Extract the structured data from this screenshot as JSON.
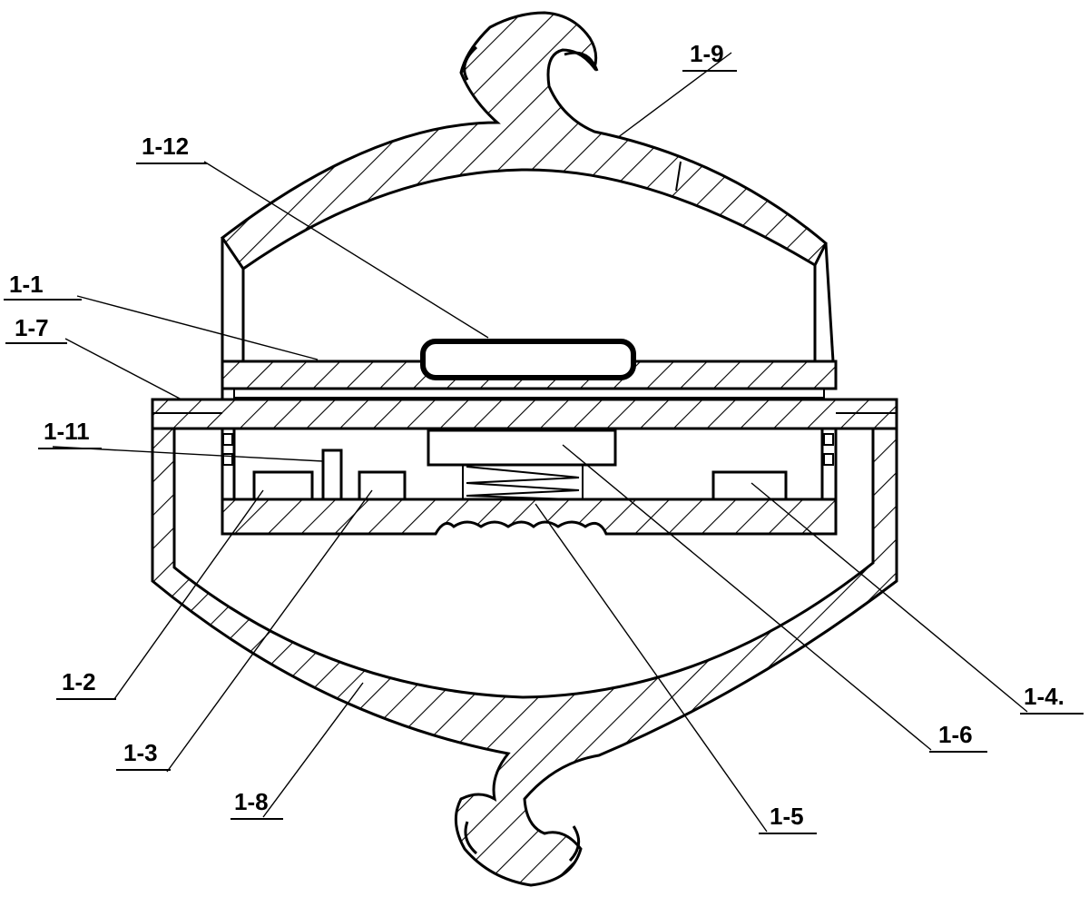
{
  "labels": {
    "l1_1": "1-1",
    "l1_2": "1-2",
    "l1_3": "1-3",
    "l1_4": "1-4.",
    "l1_5": "1-5",
    "l1_6": "1-6",
    "l1_7": "1-7",
    "l1_8": "1-8",
    "l1_9": "1-9",
    "l1_11": "1-11",
    "l1_12": "1-12"
  }
}
